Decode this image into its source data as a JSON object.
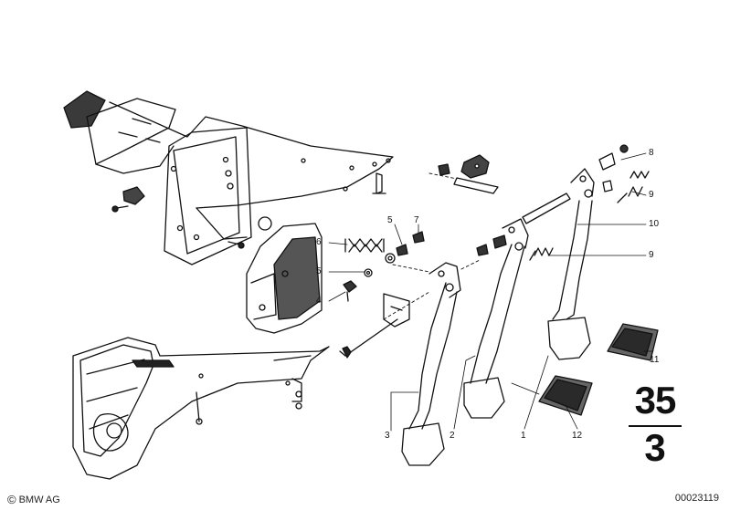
{
  "diagram": {
    "group_number": {
      "main": "35",
      "sub": "3"
    },
    "part_labels": [
      {
        "id": "p8",
        "text": "8"
      },
      {
        "id": "p9a",
        "text": "9"
      },
      {
        "id": "p10",
        "text": "10"
      },
      {
        "id": "p9b",
        "text": "9"
      },
      {
        "id": "p5a",
        "text": "5"
      },
      {
        "id": "p7",
        "text": "7"
      },
      {
        "id": "p6",
        "text": "6"
      },
      {
        "id": "p5b",
        "text": "5"
      },
      {
        "id": "p4",
        "text": "4"
      },
      {
        "id": "p3",
        "text": "3"
      },
      {
        "id": "p2",
        "text": "2"
      },
      {
        "id": "p1",
        "text": "1"
      },
      {
        "id": "p11",
        "text": "11"
      },
      {
        "id": "p12",
        "text": "12"
      }
    ]
  },
  "footer": {
    "copyright_symbol": "©",
    "brand": "BMW AG",
    "diagram_id": "00023119"
  }
}
